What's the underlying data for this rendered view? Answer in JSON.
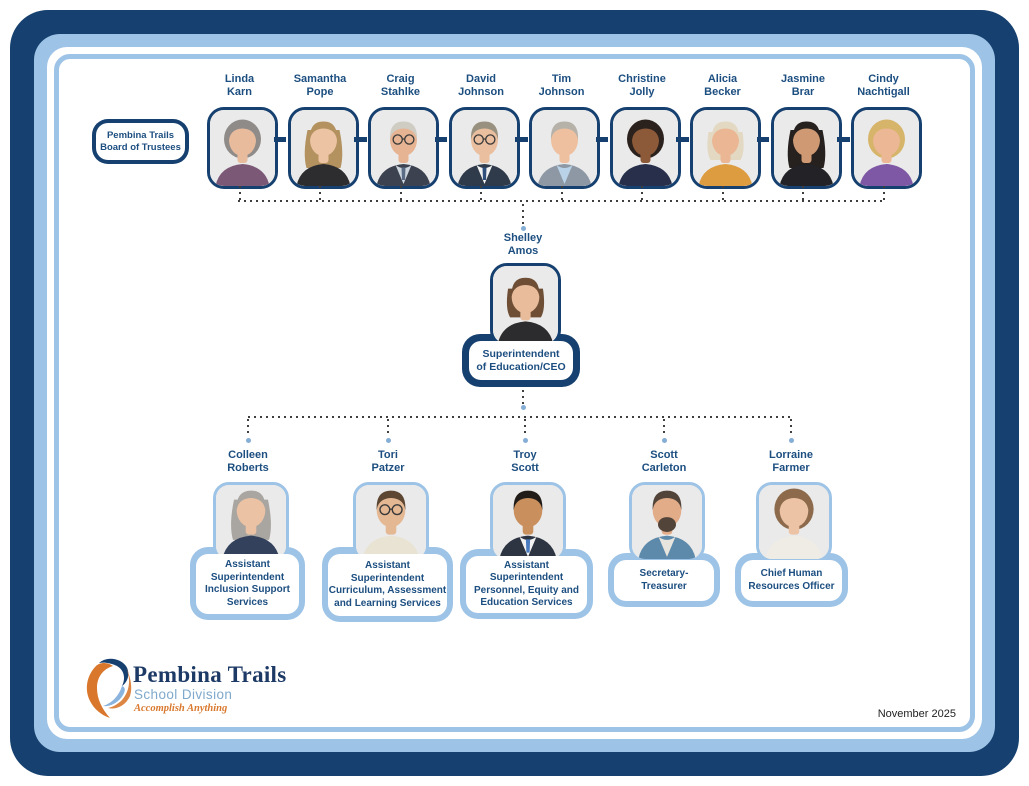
{
  "colors": {
    "navy": "#16406f",
    "light_blue": "#9dc3e6",
    "dot_blue": "#85aed6",
    "text_navy": "#1c4e80",
    "orange": "#d9782d",
    "logo_blue": "#7fa9cc"
  },
  "board_label": {
    "line1": "Pembina Trails",
    "line2": "Board of Trustees"
  },
  "trustees": [
    {
      "first": "Linda",
      "last": "Karn",
      "look": {
        "style": "curly",
        "hair": "#8f8b89",
        "skin": "#e8bb9d",
        "top": "#7c5877"
      }
    },
    {
      "first": "Samantha",
      "last": "Pope",
      "look": {
        "style": "long",
        "hair": "#b3925f",
        "skin": "#ecc3a3",
        "top": "#2d2d30"
      }
    },
    {
      "first": "Craig",
      "last": "Stahlke",
      "look": {
        "style": "short",
        "hair": "#cfccc4",
        "skin": "#e6b493",
        "top": "#3c4250",
        "glasses": true,
        "shirt": true,
        "shirtColor": "#cdd5de",
        "tie": "#5b6d86"
      }
    },
    {
      "first": "David",
      "last": "Johnson",
      "look": {
        "style": "short",
        "hair": "#98917f",
        "skin": "#eabf9f",
        "top": "#2f3a4a",
        "glasses": true,
        "shirt": true,
        "shirtColor": "#f2f2f2",
        "tie": "#2f4f7c"
      }
    },
    {
      "first": "Tim",
      "last": "Johnson",
      "look": {
        "style": "short",
        "hair": "#b6b1a9",
        "skin": "#eec0a0",
        "top": "#8d98a4",
        "shirt": true,
        "shirtColor": "#bad2e8"
      }
    },
    {
      "first": "Christine",
      "last": "Jolly",
      "look": {
        "style": "curly",
        "hair": "#2b211d",
        "skin": "#8d5a39",
        "top": "#272f4a"
      }
    },
    {
      "first": "Alicia",
      "last": "Becker",
      "look": {
        "style": "bob",
        "hair": "#e3d9c3",
        "skin": "#eab694",
        "top": "#de9c40"
      }
    },
    {
      "first": "Jasmine",
      "last": "Brar",
      "look": {
        "style": "long",
        "hair": "#26201e",
        "skin": "#cf9a73",
        "top": "#232226"
      }
    },
    {
      "first": "Cindy",
      "last": "Nachtigall",
      "look": {
        "style": "curly",
        "hair": "#d6b56a",
        "skin": "#ecb795",
        "top": "#7e57a5"
      }
    }
  ],
  "superintendent": {
    "first": "Shelley",
    "last": "Amos",
    "title_lines": [
      "Superintendent",
      "of Education/CEO"
    ],
    "look": {
      "style": "bob",
      "hair": "#6e4f36",
      "skin": "#e9bd9c",
      "top": "#2c2c2e"
    }
  },
  "executives": [
    {
      "first": "Colleen",
      "last": "Roberts",
      "title_lines": [
        "Assistant",
        "Superintendent",
        "Inclusion Support",
        "Services"
      ],
      "look": {
        "style": "long",
        "hair": "#a9a5a0",
        "skin": "#ecc2a4",
        "top": "#33415c"
      }
    },
    {
      "first": "Tori",
      "last": "Patzer",
      "title_lines": [
        "Assistant",
        "Superintendent",
        "Curriculum, Assessment",
        "and Learning Services"
      ],
      "look": {
        "style": "short",
        "hair": "#5d4733",
        "skin": "#e5b894",
        "top": "#e9e3d4",
        "glasses": true
      }
    },
    {
      "first": "Troy",
      "last": "Scott",
      "title_lines": [
        "Assistant",
        "Superintendent",
        "Personnel, Equity and",
        "Education Services"
      ],
      "look": {
        "style": "short",
        "hair": "#221c19",
        "skin": "#c98f5d",
        "top": "#2d3442",
        "shirt": true,
        "shirtColor": "#f2f2f2",
        "tie": "#4a7bc0"
      }
    },
    {
      "first": "Scott",
      "last": "Carleton",
      "title_lines": [
        "Secretary-",
        "Treasurer"
      ],
      "look": {
        "style": "short",
        "hair": "#53443a",
        "skin": "#e2ac88",
        "top": "#5d89ab",
        "beard": true,
        "shirt": true,
        "shirtColor": "#e8e4de"
      }
    },
    {
      "first": "Lorraine",
      "last": "Farmer",
      "title_lines": [
        "Chief Human",
        "Resources Officer"
      ],
      "look": {
        "style": "curly",
        "hair": "#8c6a4b",
        "skin": "#ecc3a4",
        "top": "#efece6"
      }
    }
  ],
  "logo": {
    "title": "Pembina Trails",
    "subtitle": "School Division",
    "tagline": "Accomplish Anything"
  },
  "footer": {
    "date": "November 2025"
  }
}
